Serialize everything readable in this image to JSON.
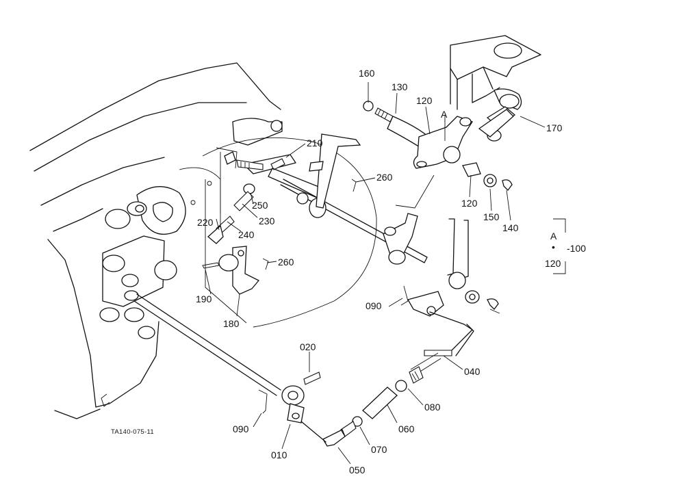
{
  "figure": {
    "reference_code": "TA140-075-11"
  },
  "parts": [
    {
      "label": "160"
    },
    {
      "label": "130"
    },
    {
      "label": "120"
    },
    {
      "label": "A"
    },
    {
      "label": "170"
    },
    {
      "label": "210"
    },
    {
      "label": "260"
    },
    {
      "label": "250"
    },
    {
      "label": "230"
    },
    {
      "label": "220"
    },
    {
      "label": "240"
    },
    {
      "label": "260"
    },
    {
      "label": "120"
    },
    {
      "label": "150"
    },
    {
      "label": "140"
    },
    {
      "label": "190"
    },
    {
      "label": "180"
    },
    {
      "label": "090"
    },
    {
      "label": "020"
    },
    {
      "label": "040"
    },
    {
      "label": "080"
    },
    {
      "label": "060"
    },
    {
      "label": "090"
    },
    {
      "label": "070"
    },
    {
      "label": "010"
    },
    {
      "label": "050"
    }
  ],
  "assembly_key": {
    "top": "A",
    "dot": "•",
    "bottom": "120",
    "group": "-100"
  }
}
